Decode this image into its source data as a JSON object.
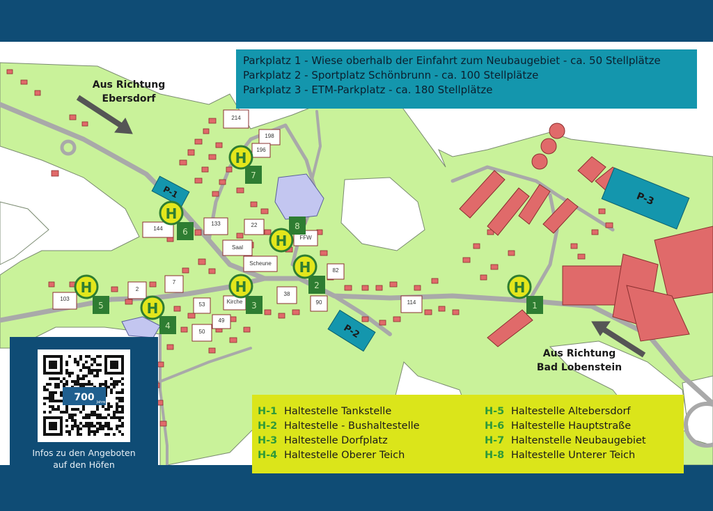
{
  "parking_info": {
    "lines": [
      "Parkplatz 1 - Wiese oberhalb der Einfahrt zum Neubaugebiet - ca. 50 Stellplätze",
      "Parkplatz 2 - Sportplatz Schönbrunn - ca. 100 Stellplätze",
      "Parkplatz 3 - ETM-Parkplatz - ca. 180 Stellplätze"
    ]
  },
  "directions": {
    "ebersdorf": [
      "Aus Richtung",
      "Ebersdorf"
    ],
    "lobenstein": [
      "Aus Richtung",
      "Bad Lobenstein"
    ]
  },
  "stops": [
    {
      "number": "1",
      "symbol": "H"
    },
    {
      "number": "2",
      "symbol": "H"
    },
    {
      "number": "3",
      "symbol": "H"
    },
    {
      "number": "4",
      "symbol": "H"
    },
    {
      "number": "5",
      "symbol": "H"
    },
    {
      "number": "6",
      "symbol": "H"
    },
    {
      "number": "7",
      "symbol": "H"
    },
    {
      "number": "8",
      "symbol": "H"
    }
  ],
  "parking_lots": [
    "P-1",
    "P-2",
    "P-3"
  ],
  "house_numbers": [
    "214",
    "198",
    "196",
    "144",
    "133",
    "22",
    "FFW",
    "Saal",
    "Scheune",
    "82",
    "2",
    "7",
    "103",
    "53",
    "Kirche",
    "38",
    "90",
    "114",
    "49",
    "50"
  ],
  "legend": [
    {
      "code": "H-1",
      "name": "Haltestelle Tankstelle"
    },
    {
      "code": "H-2",
      "name": "Haltestelle - Bushaltestelle"
    },
    {
      "code": "H-3",
      "name": "Haltestelle Dorfplatz"
    },
    {
      "code": "H-4",
      "name": "Haltestelle Oberer Teich"
    },
    {
      "code": "H-5",
      "name": "Haltestelle Altebersdorf"
    },
    {
      "code": "H-6",
      "name": "Haltestelle Hauptstraße"
    },
    {
      "code": "H-7",
      "name": "Haltenstelle Neubaugebiet"
    },
    {
      "code": "H-8",
      "name": "Haltestelle Unterer Teich"
    }
  ],
  "qr": {
    "badge_text": "700",
    "badge_sub": "Jahre",
    "caption": [
      "Infos zu den Angeboten",
      "auf den Höfen"
    ]
  },
  "colors": {
    "band": "#0f4c75",
    "land": "#c9f29a",
    "building": "#e06a6a",
    "road": "#a9a9a9",
    "pond": "#c3c6f0",
    "stop_green": "#2e7d32",
    "bus_yellow": "#e3e61c",
    "parking": "#1496ad",
    "legend_bg": "#dbe51a"
  }
}
